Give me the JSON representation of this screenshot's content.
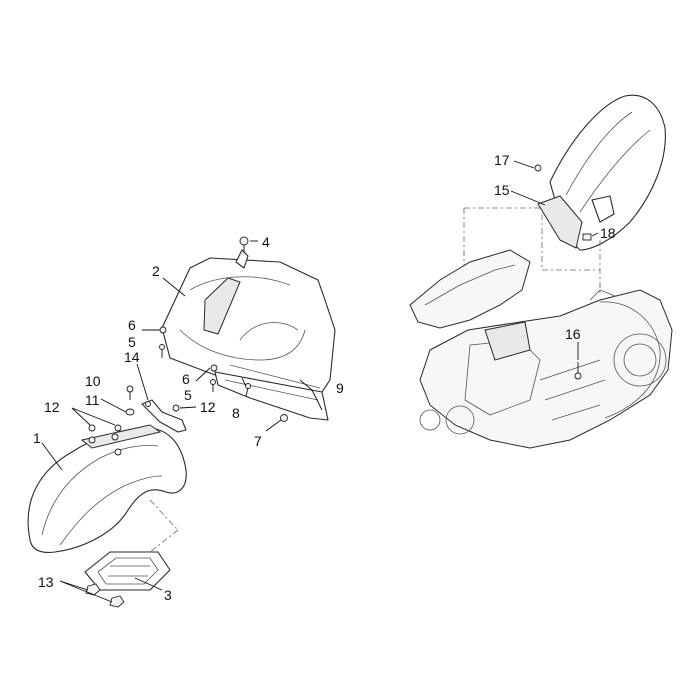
{
  "diagram": {
    "callouts": [
      "1",
      "2",
      "3",
      "4",
      "5",
      "5",
      "6",
      "6",
      "7",
      "8",
      "9",
      "10",
      "11",
      "12",
      "12",
      "13",
      "14",
      "15",
      "16",
      "17",
      "18"
    ]
  }
}
